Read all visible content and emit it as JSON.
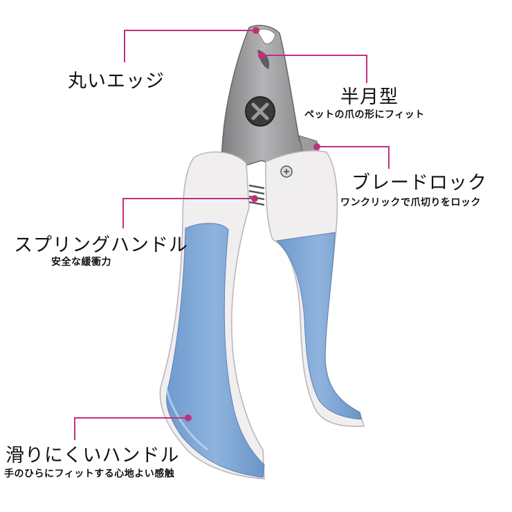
{
  "image": {
    "subject": "pet-nail-clipper",
    "colors": {
      "background": "#ffffff",
      "leader_line": "#c0307a",
      "handle_blue": "#7ea6d4",
      "handle_white": "#f1eef0",
      "blade_gray": "#9a9a9c",
      "text": "#111111"
    }
  },
  "callouts": [
    {
      "id": "round-edge",
      "title": "丸いエッジ",
      "subtitle": ""
    },
    {
      "id": "half-moon",
      "title": "半月型",
      "subtitle": "ペットの爪の形にフィット"
    },
    {
      "id": "blade-lock",
      "title": "ブレードロック",
      "subtitle": "ワンクリックで爪切りをロック"
    },
    {
      "id": "spring-handle",
      "title": "スプリングハンドル",
      "subtitle": "安全な緩衝力"
    },
    {
      "id": "non-slip-handle",
      "title": "滑りにくいハンドル",
      "subtitle": "手のひらにフィットする心地よい感触"
    }
  ]
}
